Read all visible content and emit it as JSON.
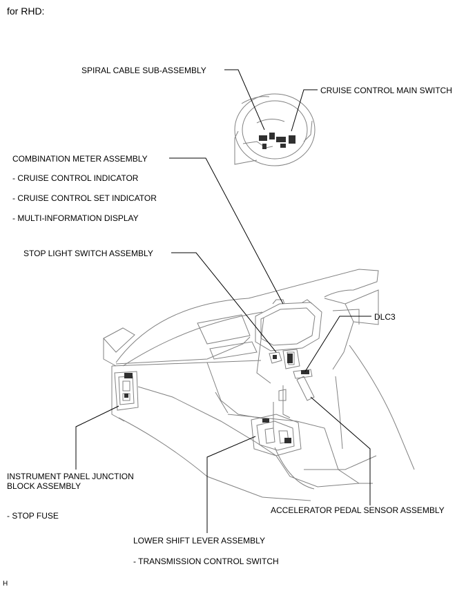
{
  "header": {
    "title": "for RHD:"
  },
  "labels": {
    "spiral_cable": "SPIRAL CABLE    SUB-ASSEMBLY",
    "cruise_main_switch": "CRUISE CONTROL MAIN SWITCH",
    "combination_meter": "COMBINATION METER ASSEMBLY",
    "combination_meter_items": [
      "- CRUISE CONTROL INDICATOR",
      "- CRUISE CONTROL SET INDICATOR",
      "- MULTI-INFORMATION DISPLAY"
    ],
    "stop_light_switch": "STOP LIGHT SWITCH    ASSEMBLY",
    "dlc3": "DLC3",
    "junction_block_line1": "INSTRUMENT PANEL JUNCTION",
    "junction_block_line2": "BLOCK ASSEMBLY",
    "stop_fuse": "- STOP FUSE",
    "accelerator_pedal": "ACCELERATOR PEDAL    SENSOR ASSEMBLY",
    "lower_shift_lever": "LOWER SHIFT LEVER ASSEMBLY",
    "transmission_switch": "- TRANSMISSION CONTROL SWITCH"
  },
  "footer": {
    "mark": "H"
  }
}
